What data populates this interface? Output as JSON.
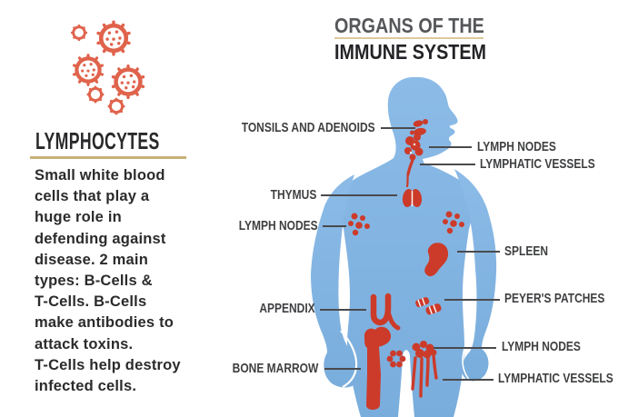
{
  "title": {
    "line1": "ORGANS OF THE",
    "line2": "IMMUNE SYSTEM"
  },
  "sidebar": {
    "heading": "LYMPHOCYTES",
    "description": "Small white blood\ncells that play a\nhuge role in\ndefending against\ndisease. 2 main\ntypes: B-Cells &\nT-Cells. B-Cells\nmake antibodies to\nattack toxins.\nT-Cells help destroy\ninfected cells."
  },
  "diagram": {
    "labels": {
      "tonsils_adenoids": "TONSILS AND ADENOIDS",
      "lymph_nodes_neck": "LYMPH NODES",
      "lymphatic_vessels_neck": "LYMPHATIC VESSELS",
      "thymus": "THYMUS",
      "lymph_nodes_armpits": "LYMPH NODES",
      "spleen": "SPLEEN",
      "appendix": "APPENDIX",
      "peyers_patches": "PEYER'S PATCHES",
      "bone_marrow": "BONE MARROW",
      "lymph_nodes_groin": "LYMPH NODES",
      "lymphatic_vessels_groin": "LYMPHATIC VESSELS"
    }
  },
  "icons": {
    "virus_cluster": "virus-cells-icon",
    "body": "human-body-silhouette"
  },
  "colors": {
    "body_blue": "#7FB2DF",
    "organ_red": "#CC3B2A",
    "virus_salmon": "#E0634C",
    "rule_tan": "#C8B078",
    "title_rule_tan": "#DCC99B",
    "label_text": "#3E3F41",
    "title_gray": "#56575A",
    "ink": "#232327",
    "leader_line": "#4A4A4D"
  }
}
